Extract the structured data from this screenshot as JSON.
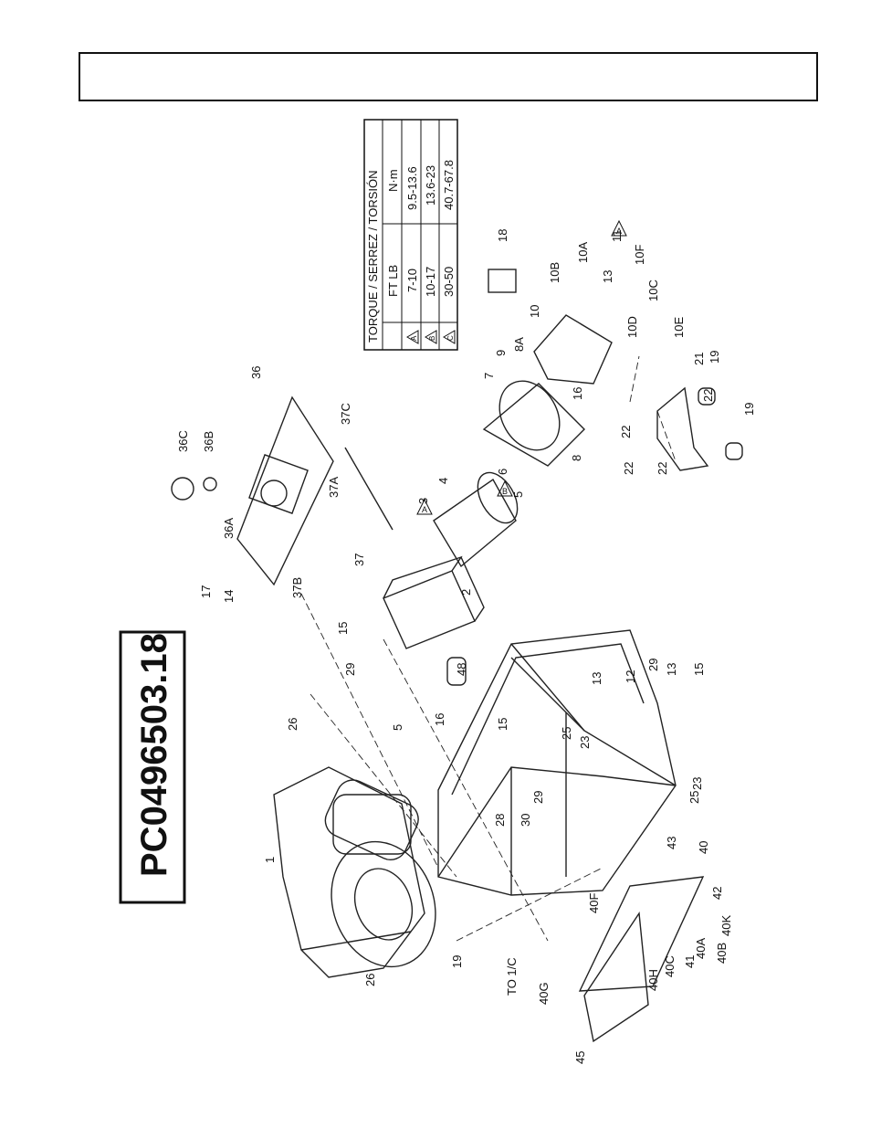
{
  "header": {
    "text": ""
  },
  "part_number": "PC0496503.18",
  "torque_table": {
    "title": "TORQUE / SERREZ / TORSIÓN",
    "col_ftlb": "FT LB",
    "col_nm": "N·m",
    "rows": [
      {
        "mark": "A",
        "ftlb": "7-10",
        "nm": "9.5-13.6"
      },
      {
        "mark": "B",
        "ftlb": "10-17",
        "nm": "13.6-23"
      },
      {
        "mark": "C",
        "ftlb": "30-50",
        "nm": "40.7-67.8"
      }
    ]
  },
  "callouts": [
    "1",
    "2",
    "3",
    "4",
    "5",
    "5",
    "6",
    "7",
    "8",
    "8A",
    "9",
    "10",
    "10A",
    "10B",
    "10C",
    "10D",
    "10E",
    "10F",
    "11",
    "12",
    "13",
    "13",
    "13",
    "14",
    "15",
    "15",
    "15",
    "16",
    "16",
    "17",
    "18",
    "19",
    "19",
    "19",
    "21",
    "22",
    "22",
    "22",
    "22",
    "23",
    "23",
    "25",
    "25",
    "26",
    "26",
    "28",
    "29",
    "29",
    "29",
    "30",
    "36",
    "36A",
    "36B",
    "36C",
    "37",
    "37A",
    "37B",
    "37C",
    "40",
    "40A",
    "40B",
    "40C",
    "40F",
    "40G",
    "40H",
    "40K",
    "41",
    "42",
    "43",
    "45",
    "48",
    "TO 1/C"
  ],
  "torque_marks": [
    "A",
    "B",
    "A"
  ]
}
